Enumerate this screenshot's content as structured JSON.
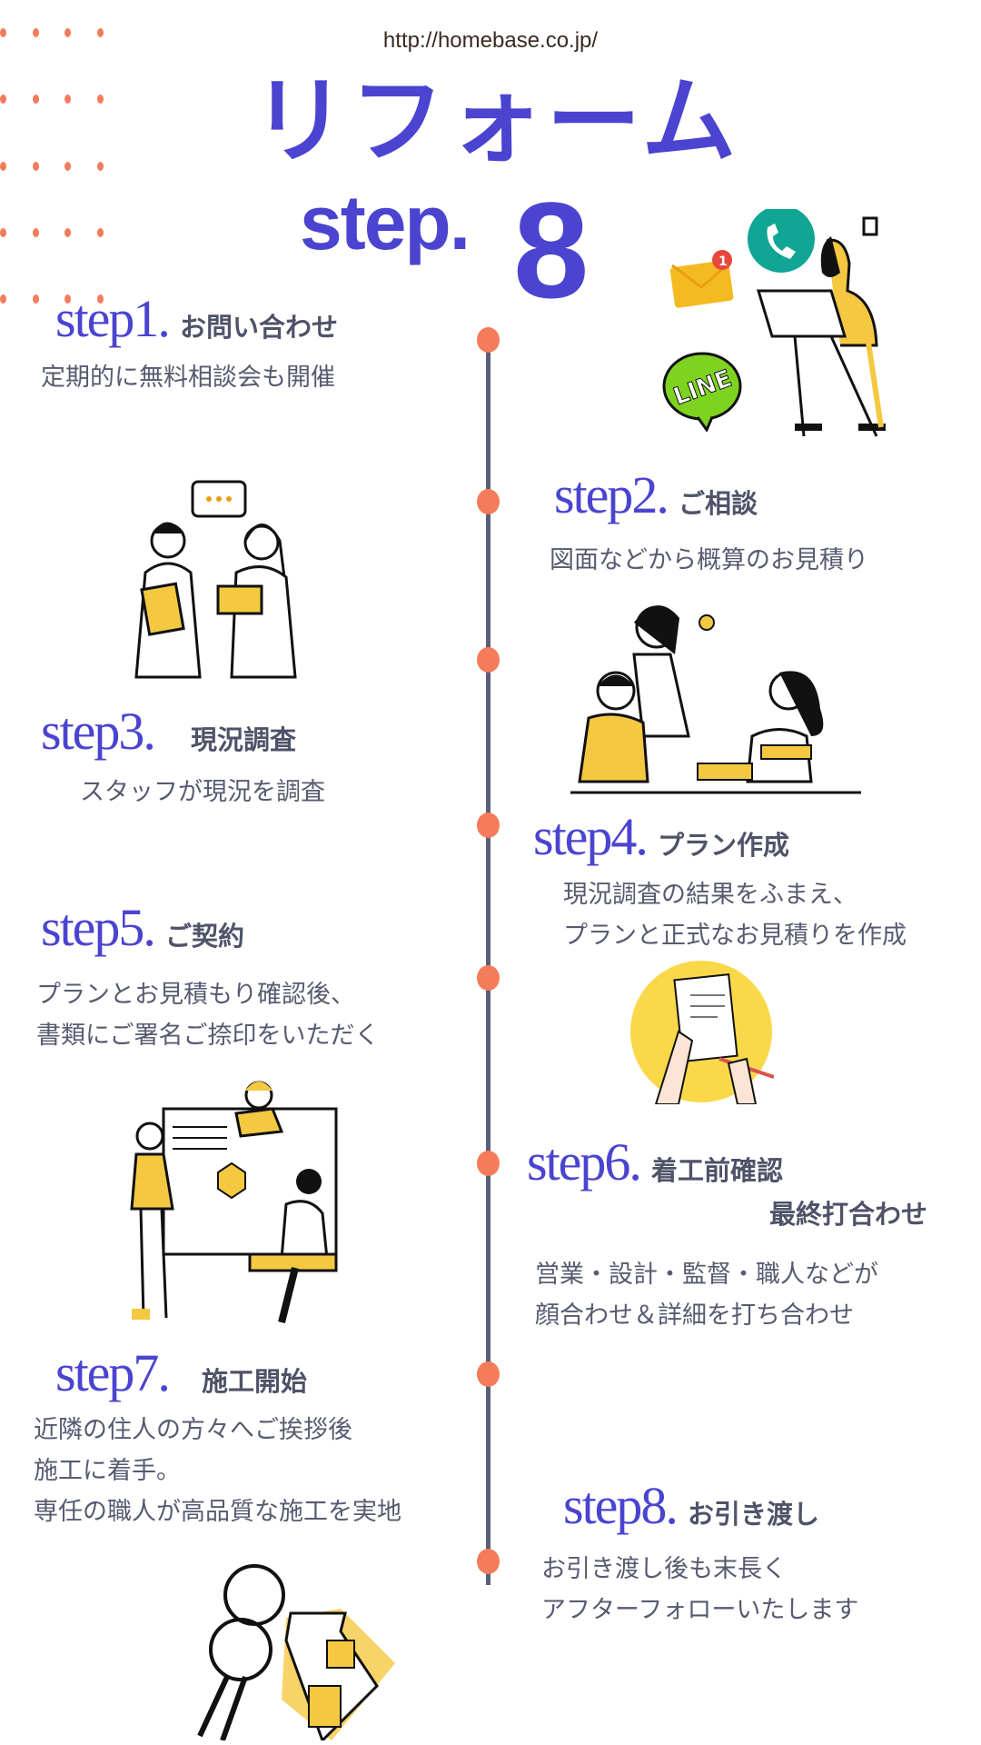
{
  "url": "http://homebase.co.jp/",
  "title": "リフォーム",
  "subtitle_word": "step.",
  "subtitle_number": "8",
  "colors": {
    "accent": "#4a44d0",
    "dot": "#f47c5a",
    "line": "#5a5f7a",
    "text": "#575b70",
    "yellow": "#f5c842"
  },
  "line_badge": "LINE",
  "mail_badge": "1",
  "steps": [
    {
      "label": "step1.",
      "heading": "お問い合わせ",
      "lines": [
        "定期的に無料相談会も開催"
      ]
    },
    {
      "label": "step2.",
      "heading": "ご相談",
      "lines": [
        "図面などから概算のお見積り"
      ]
    },
    {
      "label": "step3.",
      "heading": "現況調査",
      "lines": [
        "スタッフが現況を調査"
      ]
    },
    {
      "label": "step4.",
      "heading": "プラン作成",
      "lines": [
        "現況調査の結果をふまえ、",
        "プランと正式なお見積りを作成"
      ]
    },
    {
      "label": "step5.",
      "heading": "ご契約",
      "lines": [
        "プランとお見積もり確認後、",
        "書類にご署名ご捺印をいただく"
      ]
    },
    {
      "label": "step6.",
      "heading": "着工前確認",
      "heading2": "最終打合わせ",
      "lines": [
        "営業・設計・監督・職人などが",
        "顔合わせ＆詳細を打ち合わせ"
      ]
    },
    {
      "label": "step7.",
      "heading": "施工開始",
      "lines": [
        "近隣の住人の方々へご挨拶後",
        "施工に着手。",
        "専任の職人が高品質な施工を実地"
      ]
    },
    {
      "label": "step8.",
      "heading": "お引き渡し",
      "lines": [
        "お引き渡し後も末長く",
        "アフターフォローいたします"
      ]
    }
  ]
}
